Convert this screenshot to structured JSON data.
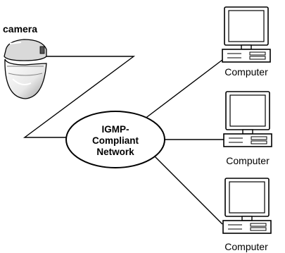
{
  "diagram": {
    "camera_label": "camera",
    "network_label_lines": [
      "IGMP-",
      "Compliant",
      "Network"
    ],
    "computer_labels": [
      "Computer",
      "Computer",
      "Computer"
    ]
  },
  "icons": {
    "camera": "dome-camera-icon",
    "computer": "desktop-computer-icon"
  },
  "colors": {
    "stroke": "#000000",
    "background": "#ffffff"
  }
}
